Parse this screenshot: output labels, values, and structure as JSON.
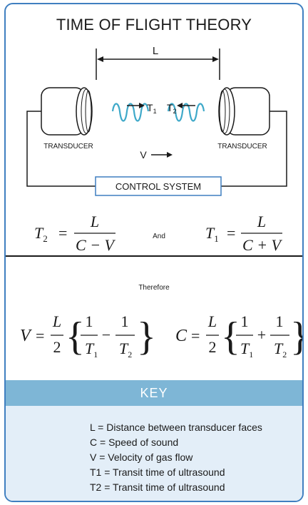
{
  "title": "TIME OF FLIGHT THEORY",
  "diagram": {
    "distance_label": "L",
    "left_transducer_label": "TRANSDUCER",
    "right_transducer_label": "TRANSDUCER",
    "t1_label": "T",
    "t1_sub": "1",
    "t2_label": "T",
    "t2_sub": "2",
    "velocity_label": "V",
    "control_system_label": "CONTROL SYSTEM",
    "wave_color": "#3fa9c9",
    "line_color": "#1a1a1a"
  },
  "equations": {
    "and_label": "And",
    "therefore_label": "Therefore",
    "eq1": {
      "lhs": "T",
      "lhs_sub": "2",
      "num": "L",
      "den": "C − V"
    },
    "eq2": {
      "lhs": "T",
      "lhs_sub": "1",
      "num": "L",
      "den": "C + V"
    },
    "eq3": {
      "lhs": "V",
      "op": "−"
    },
    "eq4": {
      "lhs": "C",
      "op": "+"
    },
    "one": "1",
    "two": "2",
    "L": "L",
    "T": "T",
    "sub1": "1",
    "sub2": "2"
  },
  "key": {
    "title": "KEY",
    "items": [
      "L = Distance between transducer faces",
      "C = Speed of sound",
      "V = Velocity of gas flow",
      "T1 = Transit time of ultrasound",
      "T2 = Transit time of ultrasound"
    ],
    "bar_color": "#7eb6d6",
    "panel_color": "#e3eef8",
    "border_color": "#3f7fc0"
  }
}
